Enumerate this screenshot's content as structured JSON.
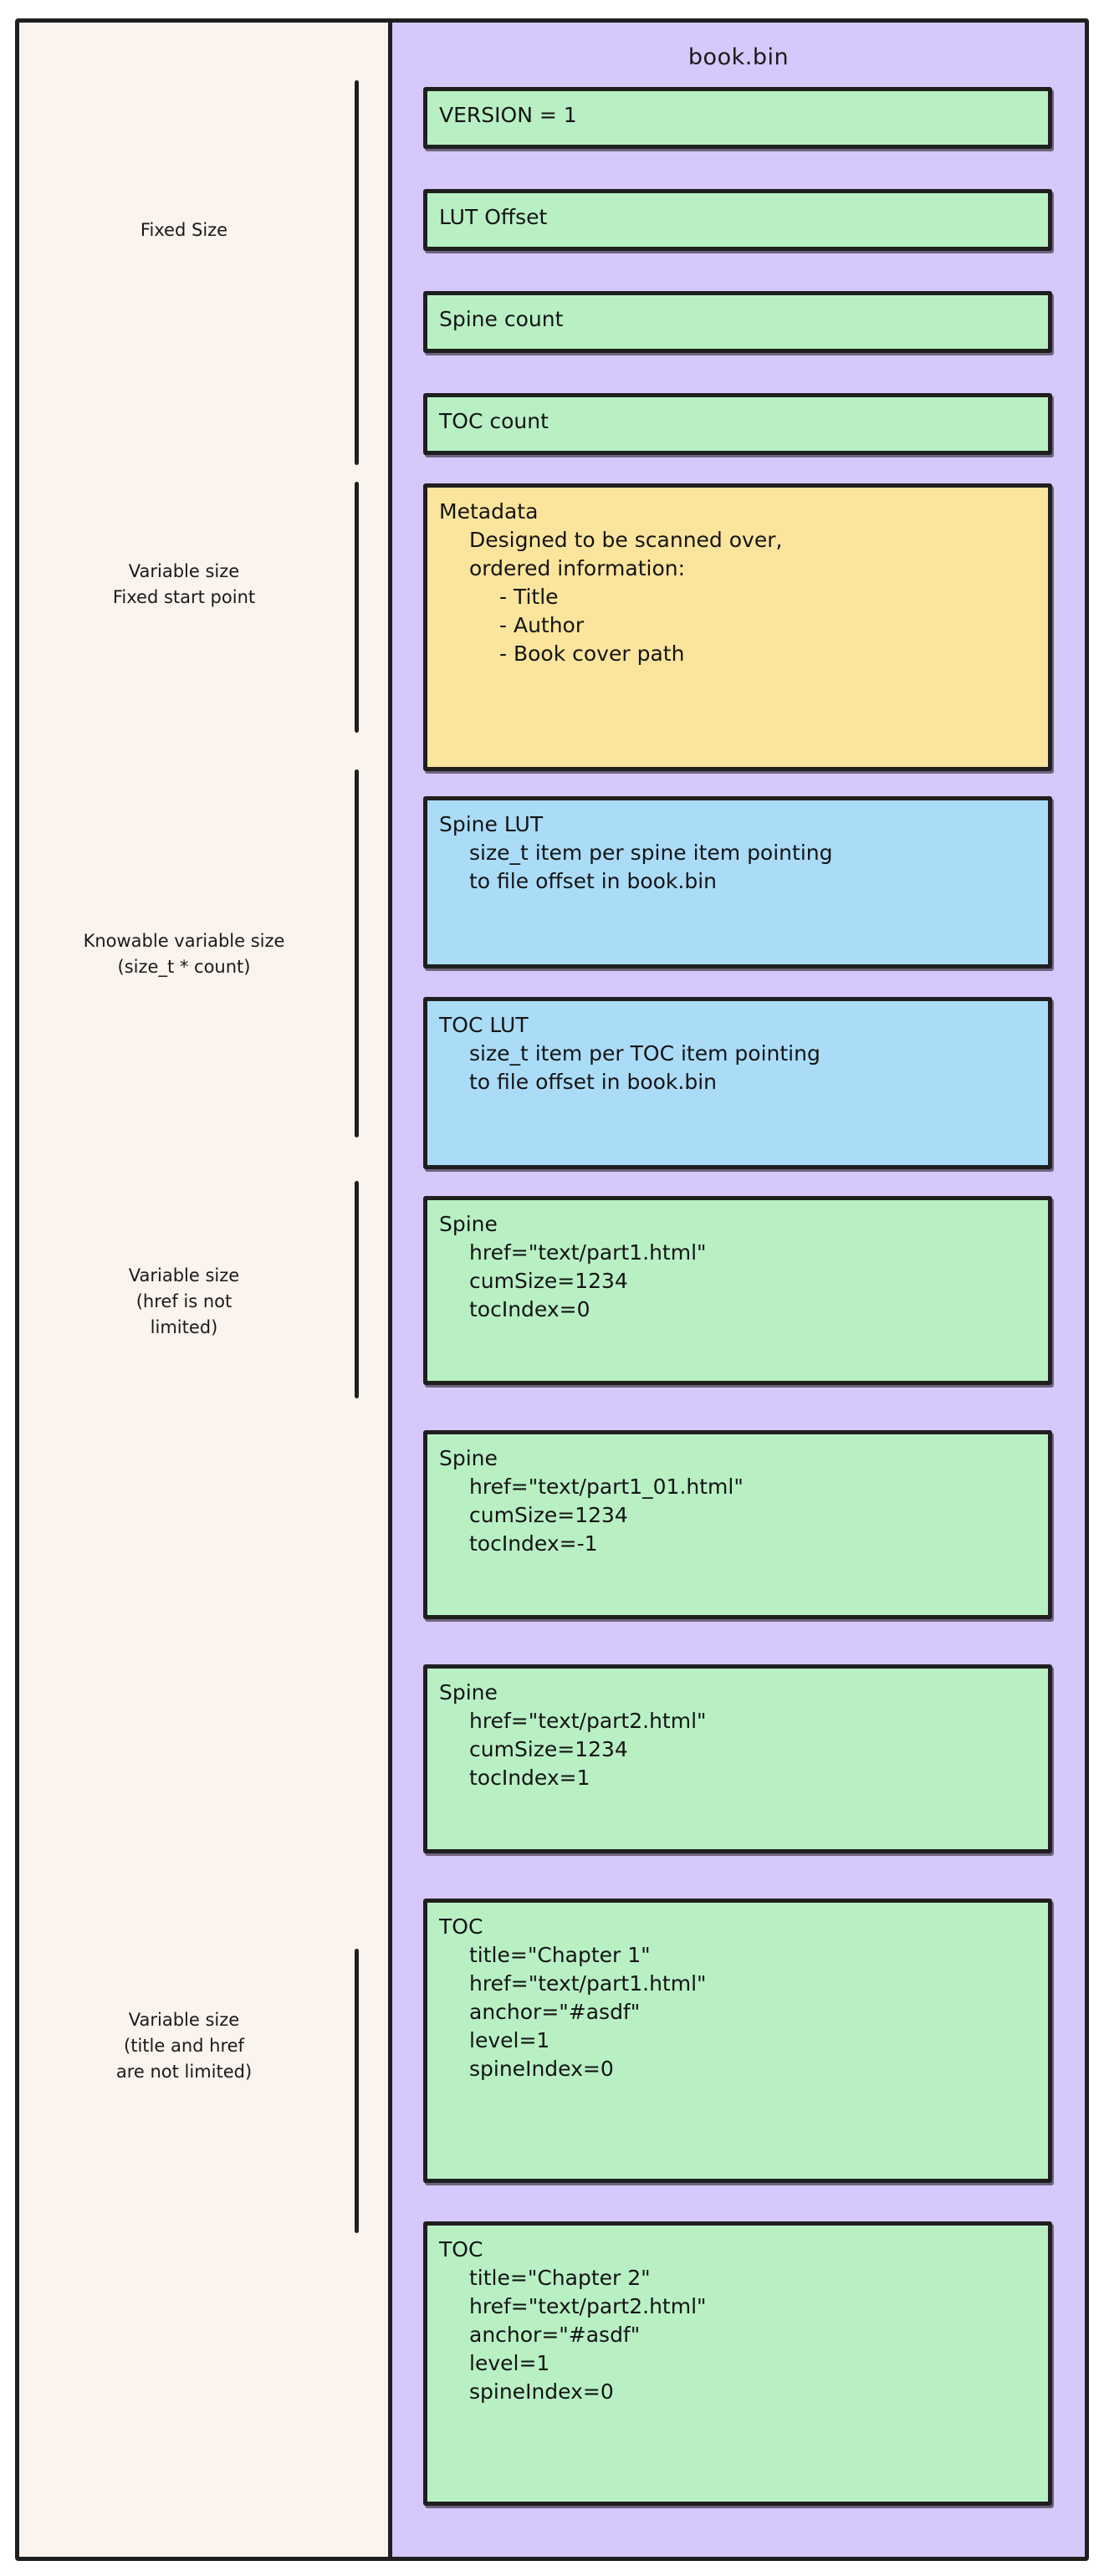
{
  "diagram": {
    "file_title": "book.bin",
    "side_labels": [
      {
        "id": "fixed-size",
        "lines": [
          "Fixed Size"
        ]
      },
      {
        "id": "variable-size-fixed-start",
        "lines": [
          "Variable size",
          "Fixed start point"
        ]
      },
      {
        "id": "knowable-variable-size",
        "lines": [
          "Knowable variable size",
          "(size_t * count)"
        ]
      },
      {
        "id": "variable-size-href",
        "lines": [
          "Variable size",
          "(href is not",
          "limited)"
        ]
      },
      {
        "id": "variable-size-title-href",
        "lines": [
          "Variable size",
          "(title and href",
          "are not limited)"
        ]
      }
    ],
    "segments": [
      {
        "id": "version",
        "color": "green",
        "lines": [
          "VERSION = 1"
        ]
      },
      {
        "id": "lut-offset",
        "color": "green",
        "lines": [
          "LUT Offset"
        ]
      },
      {
        "id": "spine-count",
        "color": "green",
        "lines": [
          "Spine count"
        ]
      },
      {
        "id": "toc-count",
        "color": "green",
        "lines": [
          "TOC count"
        ]
      },
      {
        "id": "metadata",
        "color": "yellow",
        "lines": [
          "Metadata",
          "Designed to be scanned over,",
          "ordered information:",
          "- Title",
          "- Author",
          "- Book cover path"
        ]
      },
      {
        "id": "spine-lut",
        "color": "blue",
        "lines": [
          "Spine LUT",
          "size_t item per spine item pointing",
          "to file offset in book.bin"
        ]
      },
      {
        "id": "toc-lut",
        "color": "blue",
        "lines": [
          "TOC LUT",
          "size_t item per TOC item pointing",
          "to file offset in book.bin"
        ]
      },
      {
        "id": "spine-1",
        "color": "green",
        "lines": [
          "Spine",
          "href=\"text/part1.html\"",
          "cumSize=1234",
          "tocIndex=0"
        ]
      },
      {
        "id": "spine-2",
        "color": "green",
        "lines": [
          "Spine",
          "href=\"text/part1_01.html\"",
          "cumSize=1234",
          "tocIndex=-1"
        ]
      },
      {
        "id": "spine-3",
        "color": "green",
        "lines": [
          "Spine",
          "href=\"text/part2.html\"",
          "cumSize=1234",
          "tocIndex=1"
        ]
      },
      {
        "id": "toc-1",
        "color": "green",
        "lines": [
          "TOC",
          "title=\"Chapter 1\"",
          "href=\"text/part1.html\"",
          "anchor=\"#asdf\"",
          "level=1",
          "spineIndex=0"
        ]
      },
      {
        "id": "toc-2",
        "color": "green",
        "lines": [
          "TOC",
          "title=\"Chapter 2\"",
          "href=\"text/part2.html\"",
          "anchor=\"#asdf\"",
          "level=1",
          "spineIndex=0"
        ]
      }
    ],
    "colors": {
      "background": "#faf3ee",
      "file_column": "#d7c8fb",
      "green": "#b8f0c4",
      "yellow": "#fbe49c",
      "blue": "#aadcf8",
      "stroke": "#1f1f1f"
    }
  }
}
